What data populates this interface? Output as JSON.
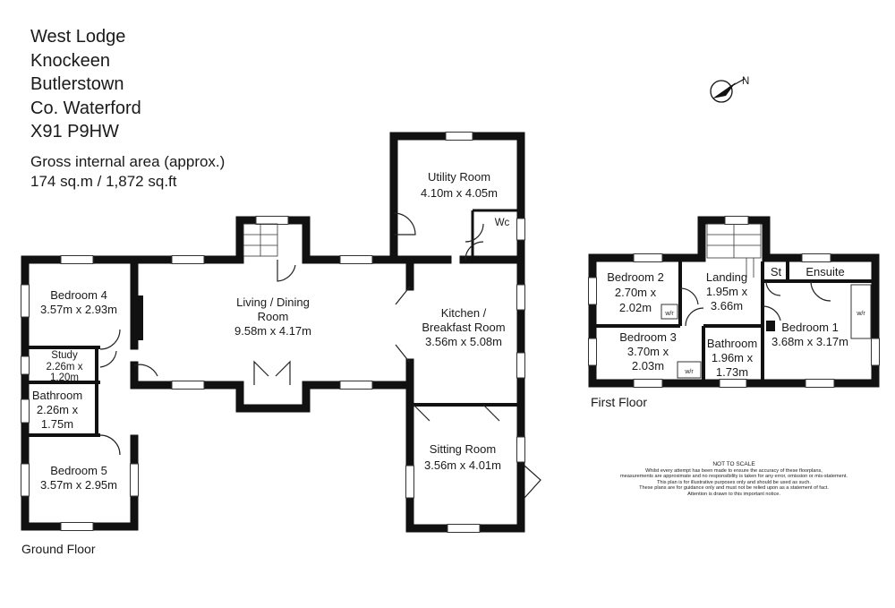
{
  "address": {
    "line1": "West Lodge",
    "line2": "Knockeen",
    "line3": "Butlerstown",
    "line4": "Co. Waterford",
    "line5": "X91 P9HW"
  },
  "area": {
    "line1": "Gross internal area (approx.)",
    "line2": "174 sq.m / 1,872 sq.ft"
  },
  "compass_letter": "N",
  "ground_floor": {
    "label": "Ground Floor",
    "rooms": {
      "utility": {
        "name": "Utility Room",
        "dims": "4.10m x 4.05m"
      },
      "wc": {
        "name": "Wc"
      },
      "living_name1": "Living / Dining",
      "living_name2": "Room",
      "living_dims": "9.58m x 4.17m",
      "kitchen_name1": "Kitchen /",
      "kitchen_name2": "Breakfast Room",
      "kitchen_dims": "3.56m x 5.08m",
      "bedroom4": {
        "name": "Bedroom 4",
        "dims": "3.57m x 2.93m"
      },
      "study": {
        "name": "Study",
        "dims1": "2.26m x",
        "dims2": "1.20m"
      },
      "bathroom": {
        "name": "Bathroom",
        "dims1": "2.26m x",
        "dims2": "1.75m"
      },
      "bedroom5": {
        "name": "Bedroom 5",
        "dims": "3.57m x 2.95m"
      },
      "sitting": {
        "name": "Sitting Room",
        "dims": "3.56m x 4.01m"
      }
    }
  },
  "first_floor": {
    "label": "First Floor",
    "rooms": {
      "bedroom2": {
        "name": "Bedroom 2",
        "dims1": "2.70m x",
        "dims2": "2.02m",
        "wr": "w/r"
      },
      "landing": {
        "name": "Landing",
        "dims1": "1.95m x",
        "dims2": "3.66m"
      },
      "st": {
        "name": "St"
      },
      "ensuite": {
        "name": "Ensuite"
      },
      "bedroom1": {
        "name": "Bedroom 1",
        "dims": "3.68m x 3.17m",
        "wr": "w/r"
      },
      "bedroom3": {
        "name": "Bedroom 3",
        "dims1": "3.70m x",
        "dims2": "2.03m",
        "wr": "w/r"
      },
      "bathroom": {
        "name": "Bathroom",
        "dims1": "1.96m x",
        "dims2": "1.73m"
      }
    }
  },
  "disclaimer": {
    "title": "NOT TO SCALE",
    "line1": "Whilst every attempt has been made to ensure the accuracy of these floorplans,",
    "line2": "measurements are approximate and no responsibility is taken for any error, omission or mis-statement.",
    "line3": "This plan is for illustrative purposes only and should be used as such.",
    "line4": "These plans are for guidance only and must not be relied upon as a statement of fact.",
    "line5": "Attention is drawn to this important notice."
  }
}
